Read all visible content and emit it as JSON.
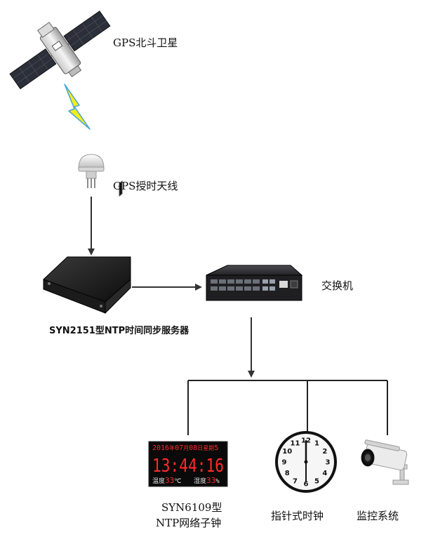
{
  "labels": {
    "satellite": "GPS北斗卫星",
    "antenna": "GPS授时天线",
    "server": "SYN2151型NTP时间同步服务器",
    "switch": "交换机",
    "network_clock_line1": "SYN6109型",
    "network_clock_line2": "NTP网络子钟",
    "analog_clock": "指针式时钟",
    "camera": "监控系统"
  },
  "led_display": {
    "year": "2016",
    "year_unit": "年",
    "month": "07",
    "month_unit": "月",
    "day": "08",
    "day_unit": "日",
    "weekday_label": "星期",
    "weekday": "5",
    "time": "13:44:16",
    "temp_label": "温度",
    "temp_value": "33",
    "temp_unit": "℃",
    "humidity_label": "湿度",
    "humidity_value": "33",
    "humidity_unit": "%"
  },
  "analog_face": {
    "numbers": [
      "12",
      "1",
      "2",
      "3",
      "4",
      "5",
      "6",
      "7",
      "8",
      "9",
      "10",
      "11"
    ]
  },
  "colors": {
    "line": "#222222",
    "led_red": "#ff2a2a",
    "lightning": "#f2ee1a",
    "lightning_edge": "#4aa3d8"
  }
}
